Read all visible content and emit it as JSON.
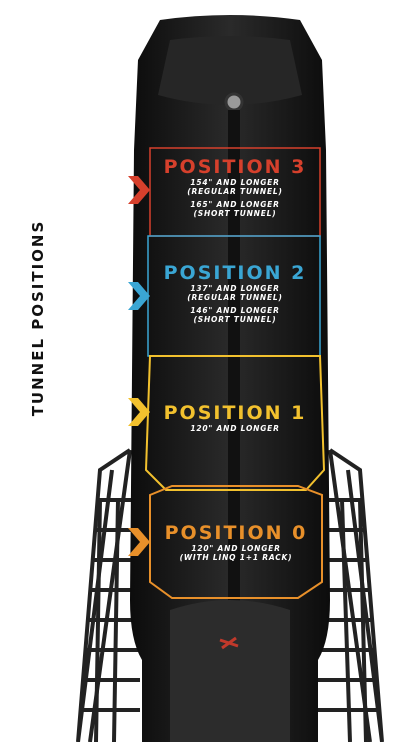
{
  "title": "TUNNEL POSITIONS",
  "colors": {
    "position3": "#d6402c",
    "position2": "#3aa6d4",
    "position1": "#f2c12e",
    "position0": "#e8902a",
    "body": "#1b1b1b"
  },
  "positions": [
    {
      "title": "POSITION 3",
      "line1": "154\" AND LONGER",
      "line2": "(REGULAR TUNNEL)",
      "line3": "165\" AND LONGER",
      "line4": "(SHORT TUNNEL)"
    },
    {
      "title": "POSITION 2",
      "line1": "137\" AND LONGER",
      "line2": "(REGULAR TUNNEL)",
      "line3": "146\" AND LONGER",
      "line4": "(SHORT TUNNEL)"
    },
    {
      "title": "POSITION 1",
      "line1": "120\" AND LONGER"
    },
    {
      "title": "POSITION 0",
      "line1": "120\" AND LONGER",
      "line2": "(WITH LINQ 1+1 RACK)"
    }
  ]
}
